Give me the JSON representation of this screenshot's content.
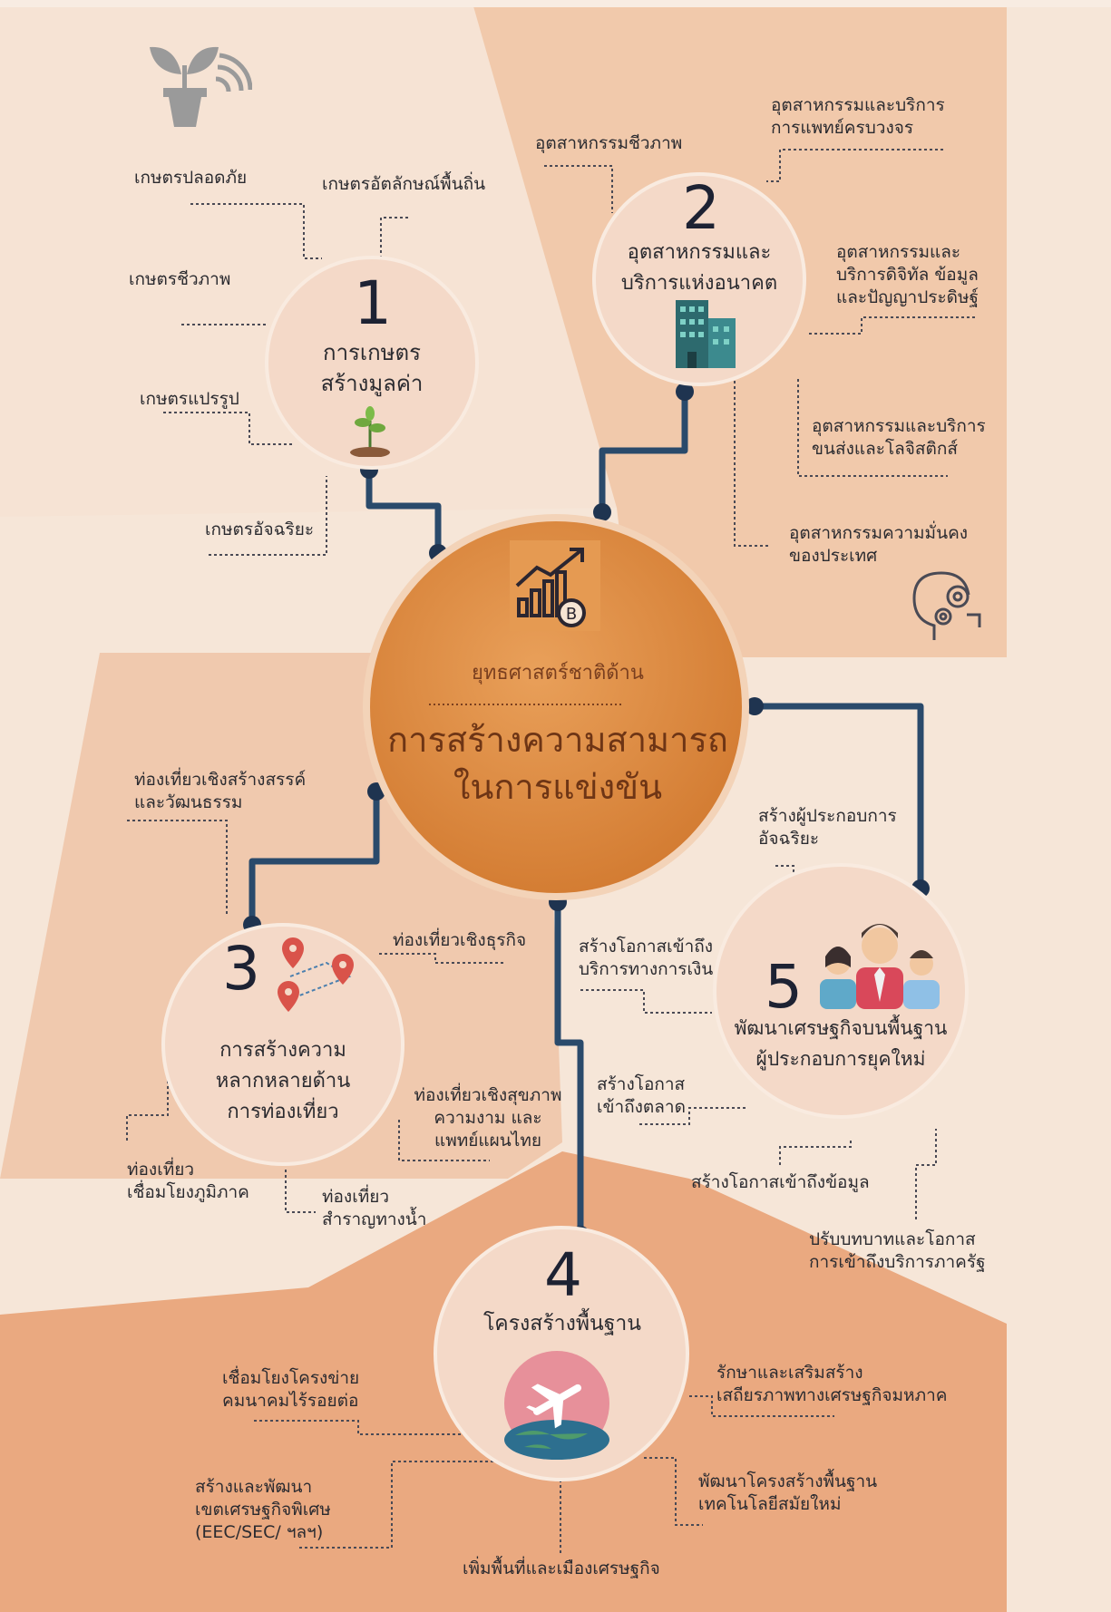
{
  "center": {
    "subtitle": "ยุทธศาสตร์ชาติด้าน",
    "title_line1": "การสร้างความสามารถ",
    "title_line2": "ในการแข่งขัน",
    "icon": "growth-chart-baht-icon"
  },
  "nodes": [
    {
      "number": "1",
      "title_line1": "การเกษตร",
      "title_line2": "สร้างมูลค่า",
      "icon": "seedling-icon",
      "items": [
        "เกษตรปลอดภัย",
        "เกษตรอัตลักษณ์พื้นถิ่น",
        "เกษตรชีวภาพ",
        "เกษตรแปรรูป",
        "เกษตรอัจฉริยะ"
      ]
    },
    {
      "number": "2",
      "title_line1": "อุตสาหกรรมและ",
      "title_line2": "บริการแห่งอนาคต",
      "icon": "buildings-icon",
      "items": [
        "อุตสาหกรรมชีวภาพ",
        [
          "อุตสาหกรรมและบริการ",
          "การแพทย์ครบวงจร"
        ],
        [
          "อุตสาหกรรมและ",
          "บริการดิจิทัล ข้อมูล",
          "และปัญญาประดิษฐ์"
        ],
        [
          "อุตสาหกรรมและบริการ",
          "ขนส่งและโลจิสติกส์"
        ],
        [
          "อุตสาหกรรมความมั่นคง",
          "ของประเทศ"
        ]
      ]
    },
    {
      "number": "3",
      "title_line1": "การสร้างความ",
      "title_line2": "หลากหลายด้าน",
      "title_line3": "การท่องเที่ยว",
      "icon": "map-pins-icon",
      "items": [
        [
          "ท่องเที่ยวเชิงสร้างสรรค์",
          "และวัฒนธรรม"
        ],
        "ท่องเที่ยวเชิงธุรกิจ",
        [
          "ท่องเที่ยวเชิงสุขภาพ",
          "ความงาม และ",
          "แพทย์แผนไทย"
        ],
        [
          "ท่องเที่ยว",
          "เชื่อมโยงภูมิภาค"
        ],
        [
          "ท่องเที่ยว",
          "สำราญทางน้ำ"
        ]
      ]
    },
    {
      "number": "4",
      "title_line1": "โครงสร้างพื้นฐาน",
      "icon": "globe-airplane-icon",
      "items": [
        [
          "เชื่อมโยงโครงข่าย",
          "คมนาคมไร้รอยต่อ"
        ],
        [
          "สร้างและพัฒนา",
          "เขตเศรษฐกิจพิเศษ",
          "(EEC/SEC/ ฯลฯ)"
        ],
        "เพิ่มพื้นที่และเมืองเศรษฐกิจ",
        [
          "พัฒนาโครงสร้างพื้นฐาน",
          "เทคโนโลยีสมัยใหม่"
        ],
        [
          "รักษาและเสริมสร้าง",
          "เสถียรภาพทางเศรษฐกิจมหภาค"
        ]
      ]
    },
    {
      "number": "5",
      "title_line1": "พัฒนาเศรษฐกิจบนพื้นฐาน",
      "title_line2": "ผู้ประกอบการยุคใหม่",
      "icon": "entrepreneurs-group-icon",
      "items": [
        [
          "สร้างผู้ประกอบการ",
          "อัจฉริยะ"
        ],
        [
          "สร้างโอกาสเข้าถึง",
          "บริการทางการเงิน"
        ],
        [
          "สร้างโอกาส",
          "เข้าถึงตลาด"
        ],
        "สร้างโอกาสเข้าถึงข้อมูล",
        [
          "ปรับบทบาทและโอกาส",
          "การเข้าถึงบริการภาครัฐ"
        ]
      ]
    }
  ],
  "decor": [
    "plant-wifi-icon",
    "head-gears-icon"
  ],
  "colors": {
    "background": "#f6e6d8",
    "panel_light": "#f3d6c0",
    "panel_mid": "#efc6a6",
    "panel_dark": "#e9a57b",
    "center_orange": "#de8a3f",
    "connector": "#2a4a6b",
    "node_fill": "#f4d9c8"
  }
}
